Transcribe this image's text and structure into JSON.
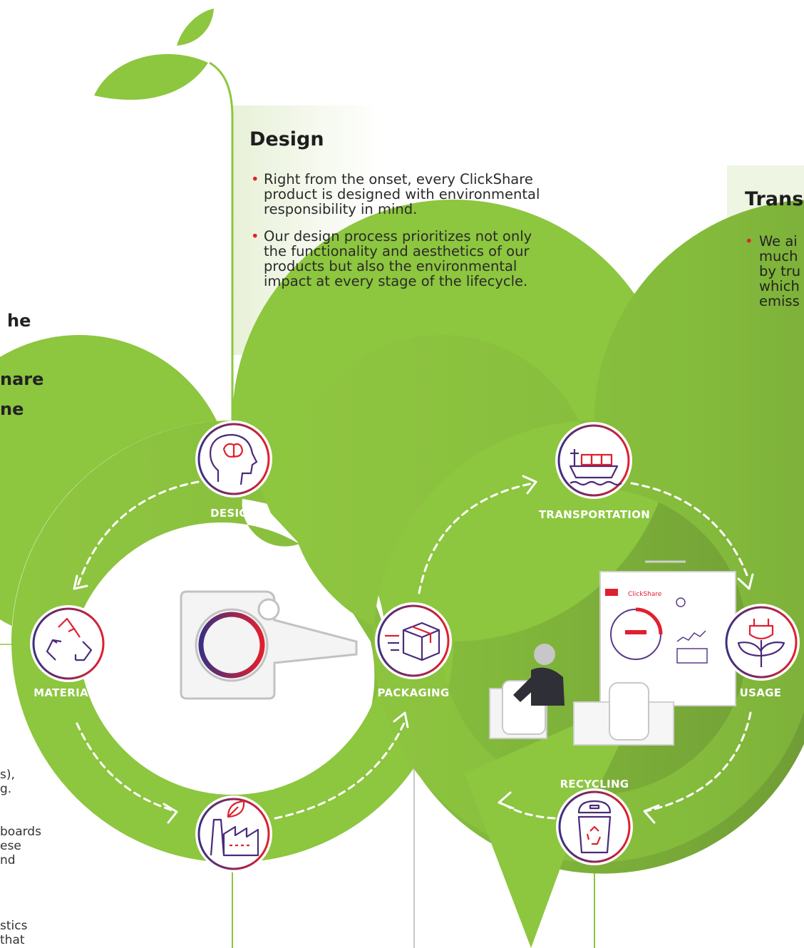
{
  "design_panel": {
    "title": "Design",
    "bullets": [
      "Right from the onset, every ClickShare product is designed with environmental responsibility in mind.",
      "Our design process prioritizes not only the functionality and aesthetics of our products but also the environmental impact at every stage of the lifecycle."
    ]
  },
  "transport_panel": {
    "title": "Transp",
    "lines": [
      "We ai",
      "much",
      "by tru",
      "which",
      "emiss"
    ]
  },
  "left_fragments": {
    "bold_lines": [
      "he",
      "nare",
      "ne"
    ],
    "lines": [
      "s),",
      "g.",
      "boards",
      "ese",
      "nd",
      "stics",
      "that"
    ]
  },
  "stages": {
    "design": "DESIGN",
    "materials": "MATERIALS",
    "production": "PRODUCTION",
    "packaging": "PACKAGING",
    "transportation": "TRANSPORTATION",
    "usage": "USAGE",
    "recycling": "RECYCLING"
  },
  "screen": {
    "brand": "ClickShare"
  },
  "colors": {
    "green_light": "#8dc63f",
    "green_dark": "#6f9c35",
    "accent_red": "#e0202e",
    "accent_purple": "#4a2a7a",
    "panel_bg": "#eef5e2"
  }
}
